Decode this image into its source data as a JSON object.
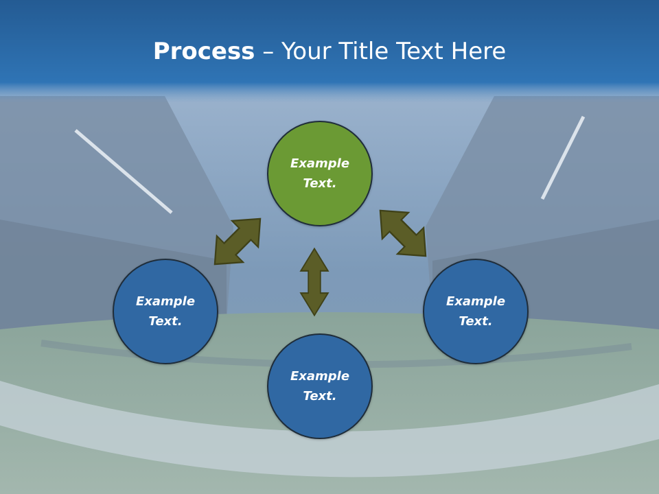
{
  "title": {
    "bold": "Process",
    "rest": "– Your Title Text Here"
  },
  "nodes": {
    "top": {
      "text": "Example\nText.",
      "color": "#6b9a34"
    },
    "left": {
      "text": "Example\nText.",
      "color": "#3068a3"
    },
    "right": {
      "text": "Example\nText.",
      "color": "#3068a3"
    },
    "bottom": {
      "text": "Example\nText.",
      "color": "#3068a3"
    }
  },
  "colors": {
    "header": "#2b6cad",
    "arrow": "#5b5d27",
    "node_border": "#1f2d3a"
  },
  "icons": {
    "arrows": "double-headed-arrow-icon",
    "background": "football-stadium-photo"
  }
}
